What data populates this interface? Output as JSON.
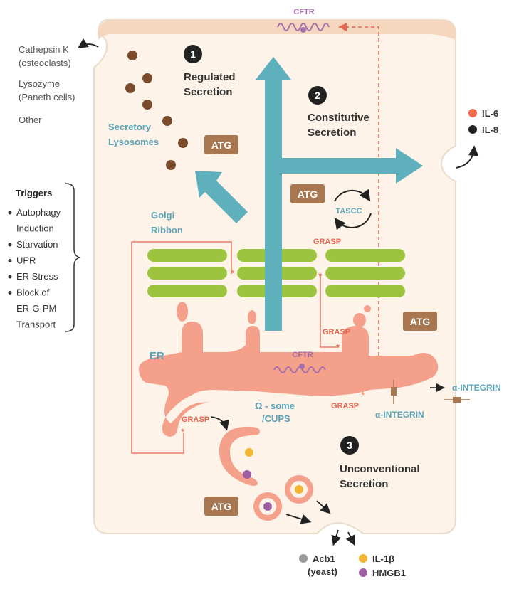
{
  "colors": {
    "cell_fill": "#fdf3e8",
    "cell_stroke": "#e9d9c6",
    "membrane": "#f5d7bf",
    "teal": "#5fb0bd",
    "golgi": "#9cc43f",
    "golgi_dark": "#7fa52c",
    "er": "#f4a08b",
    "atg": "#a8774f",
    "grasp": "#e8664f",
    "cftr": "#a56fab",
    "lysosome": "#7a4a2a",
    "il6": "#f06b4a",
    "il8": "#222222",
    "acb1": "#9a9a9a",
    "il1b": "#f2b633",
    "hmgb1": "#9d5ea3"
  },
  "side_labels": {
    "cathepsin_line1": "Cathepsin K",
    "cathepsin_line2": "(osteoclasts)",
    "lysozyme_line1": "Lysozyme",
    "lysozyme_line2": "(Paneth cells)",
    "other": "Other"
  },
  "triggers": {
    "title": "Triggers",
    "items": [
      "Autophagy",
      "Induction",
      "Starvation",
      "UPR",
      "ER Stress",
      "Block of",
      "ER-G-PM",
      "Transport"
    ],
    "bulleted": [
      true,
      false,
      true,
      true,
      true,
      true,
      false,
      false
    ]
  },
  "sections": {
    "s1_number": "1",
    "s1_line1": "Regulated",
    "s1_line2": "Secretion",
    "s2_number": "2",
    "s2_line1": "Constitutive",
    "s2_line2": "Secretion",
    "s3_number": "3",
    "s3_line1": "Unconventional",
    "s3_line2": "Secretion"
  },
  "labels": {
    "secretory_line1": "Secretory",
    "secretory_line2": "Lysosomes",
    "golgi_line1": "Golgi",
    "golgi_line2": "Ribbon",
    "er": "ER",
    "tascc": "TASCC",
    "cftr_top": "CFTR",
    "cftr_er": "CFTR",
    "omega_line1": "Ω - some",
    "omega_line2": "/CUPS",
    "integrin_er": "α-INTEGRIN",
    "integrin_out": "α-INTEGRIN",
    "grasp_top": "GRASP",
    "grasp_mid": "GRASP",
    "grasp_er": "GRASP",
    "grasp_left": "GRASP",
    "atg": "ATG"
  },
  "legend_right": {
    "il6": "IL-6",
    "il8": "IL-8"
  },
  "legend_bottom": {
    "acb1_line1": "Acb1",
    "acb1_line2": "(yeast)",
    "il1b": "IL-1β",
    "hmgb1": "HMGB1"
  }
}
